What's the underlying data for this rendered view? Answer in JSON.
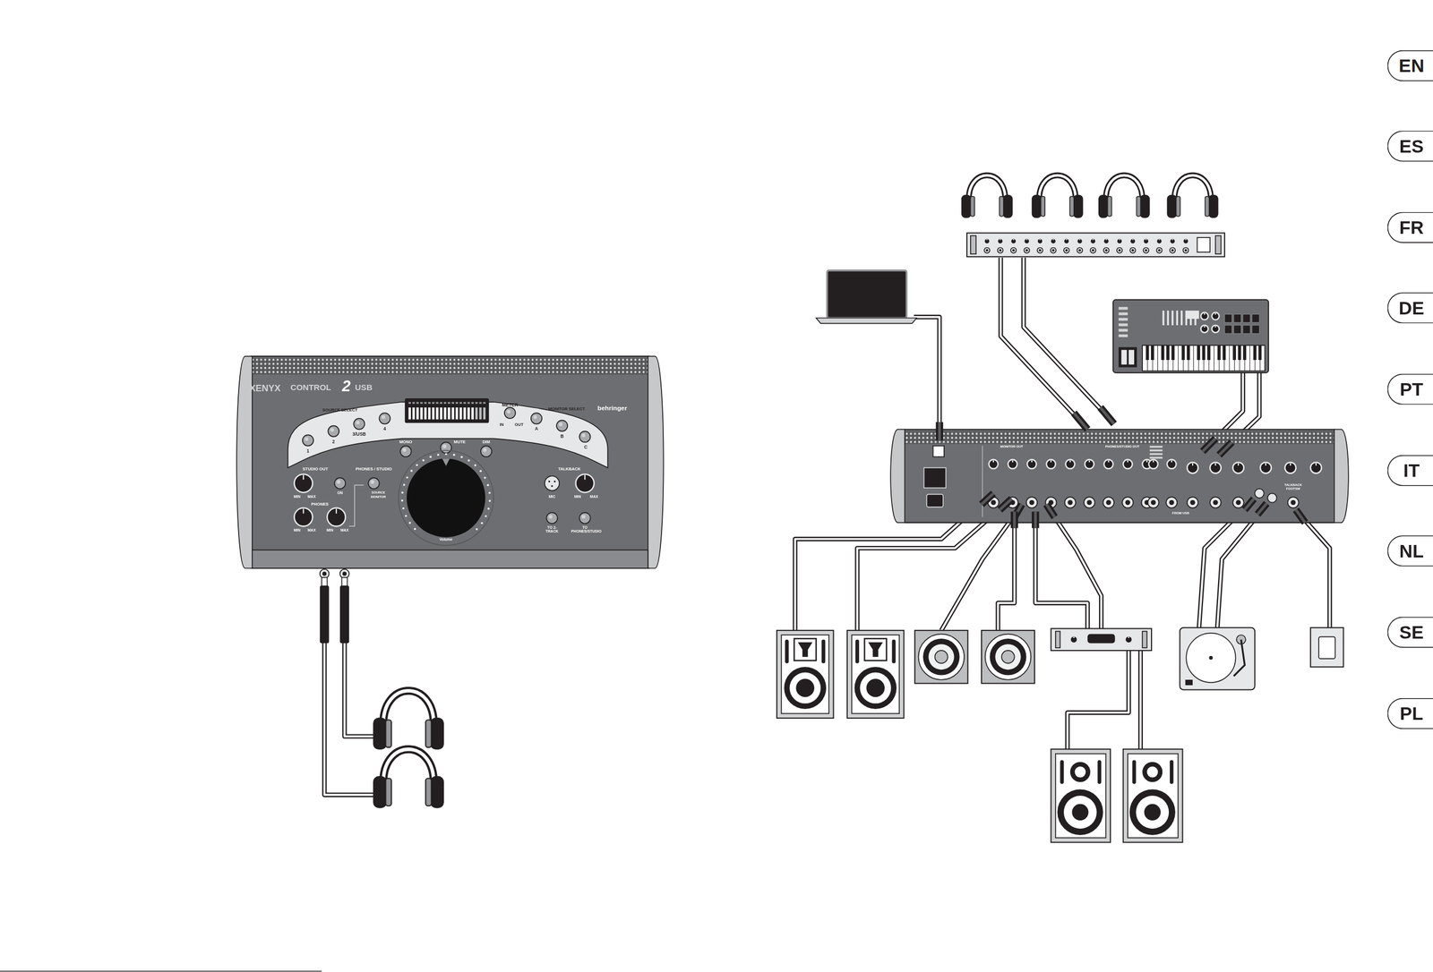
{
  "diagram": {
    "nodes": [
      {
        "text": [
          "EN"
        ]
      },
      {
        "text": [
          "ES"
        ]
      },
      {
        "text": [
          "FR"
        ]
      },
      {
        "text": [
          "DE"
        ]
      },
      {
        "text": [
          "PT"
        ]
      },
      {
        "text": [
          "IT"
        ]
      },
      {
        "text": [
          "NL"
        ]
      },
      {
        "text": [
          "SE"
        ]
      },
      {
        "text": [
          "PL"
        ]
      }
    ],
    "labels": [
      "XENYX",
      "CONTROL",
      "2",
      "USB",
      "behringer",
      "SOURCE SELECT",
      "1",
      "2",
      "3/USB",
      "4",
      "METER",
      "IN",
      "OUT",
      "MONITOR SELECT",
      "A",
      "B",
      "C",
      "MUTE",
      "MONO",
      "DIM",
      "STUDIO OUT",
      "PHONES / STUDIO",
      "MIN",
      "MAX",
      "ON",
      "SOURCE",
      "MONITOR",
      "PHONES",
      "MIN",
      "MAX",
      "MIN",
      "MAX",
      "TALKBACK",
      "MIC",
      "MIN",
      "MAX",
      "TO 2-TRACK",
      "TO PHONES/STUDIO",
      "Volume",
      "MONITOR OUT",
      "PHONES/STUDIO OUT",
      "FROM USB",
      "TALKBACK FOOTSW"
    ]
  }
}
